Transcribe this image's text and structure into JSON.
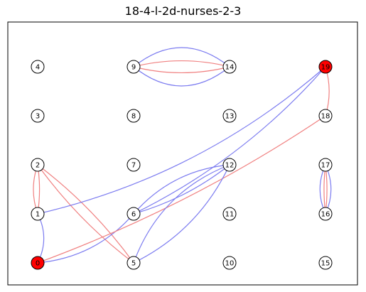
{
  "title": "18-4-l-2d-nurses-2-3",
  "colors": {
    "red_edge": "#f08080",
    "blue_edge": "#7b7bf0",
    "highlight": "#ff0000",
    "node_fill": "#ffffff",
    "node_stroke": "#000000"
  },
  "nodes": [
    {
      "id": "0",
      "col": 0,
      "row": 4,
      "highlight": true
    },
    {
      "id": "1",
      "col": 0,
      "row": 3
    },
    {
      "id": "2",
      "col": 0,
      "row": 2
    },
    {
      "id": "3",
      "col": 0,
      "row": 1
    },
    {
      "id": "4",
      "col": 0,
      "row": 0
    },
    {
      "id": "5",
      "col": 1,
      "row": 4
    },
    {
      "id": "6",
      "col": 1,
      "row": 3
    },
    {
      "id": "7",
      "col": 1,
      "row": 2
    },
    {
      "id": "8",
      "col": 1,
      "row": 1
    },
    {
      "id": "9",
      "col": 1,
      "row": 0
    },
    {
      "id": "10",
      "col": 2,
      "row": 4
    },
    {
      "id": "11",
      "col": 2,
      "row": 3
    },
    {
      "id": "12",
      "col": 2,
      "row": 2
    },
    {
      "id": "13",
      "col": 2,
      "row": 1
    },
    {
      "id": "14",
      "col": 2,
      "row": 0
    },
    {
      "id": "15",
      "col": 3,
      "row": 4
    },
    {
      "id": "16",
      "col": 3,
      "row": 3
    },
    {
      "id": "17",
      "col": 3,
      "row": 2
    },
    {
      "id": "18",
      "col": 3,
      "row": 1
    },
    {
      "id": "19",
      "col": 3,
      "row": 0,
      "highlight": true
    }
  ],
  "edges": [
    {
      "from": "9",
      "to": "14",
      "color": "blue",
      "bend": -0.8
    },
    {
      "from": "9",
      "to": "14",
      "color": "red",
      "bend": -0.25
    },
    {
      "from": "9",
      "to": "14",
      "color": "red",
      "bend": 0.25
    },
    {
      "from": "9",
      "to": "14",
      "color": "blue",
      "bend": 0.8
    },
    {
      "from": "2",
      "to": "1",
      "color": "red",
      "bend": 0.35
    },
    {
      "from": "2",
      "to": "1",
      "color": "red",
      "bend": -0.15
    },
    {
      "from": "2",
      "to": "5",
      "color": "red",
      "bend": 0.15
    },
    {
      "from": "2",
      "to": "5",
      "color": "red",
      "bend": -0.15
    },
    {
      "from": "1",
      "to": "0",
      "color": "blue",
      "bend": -0.5
    },
    {
      "from": "0",
      "to": "6",
      "color": "blue",
      "bend": 0.4
    },
    {
      "from": "0",
      "to": "18",
      "color": "red",
      "bend": 0.12
    },
    {
      "from": "1",
      "to": "19",
      "color": "blue",
      "bend": 0.25
    },
    {
      "from": "6",
      "to": "12",
      "color": "blue",
      "bend": -0.4
    },
    {
      "from": "6",
      "to": "12",
      "color": "blue",
      "bend": 0.2
    },
    {
      "from": "5",
      "to": "12",
      "color": "blue",
      "bend": -0.45
    },
    {
      "from": "5",
      "to": "12",
      "color": "blue",
      "bend": 0.35
    },
    {
      "from": "6",
      "to": "19",
      "color": "blue",
      "bend": 0.2
    },
    {
      "from": "19",
      "to": "18",
      "color": "red",
      "bend": -0.3
    },
    {
      "from": "17",
      "to": "16",
      "color": "blue",
      "bend": 0.45
    },
    {
      "from": "17",
      "to": "16",
      "color": "red",
      "bend": 0.12
    },
    {
      "from": "17",
      "to": "16",
      "color": "red",
      "bend": -0.12
    },
    {
      "from": "17",
      "to": "16",
      "color": "blue",
      "bend": -0.45
    }
  ]
}
